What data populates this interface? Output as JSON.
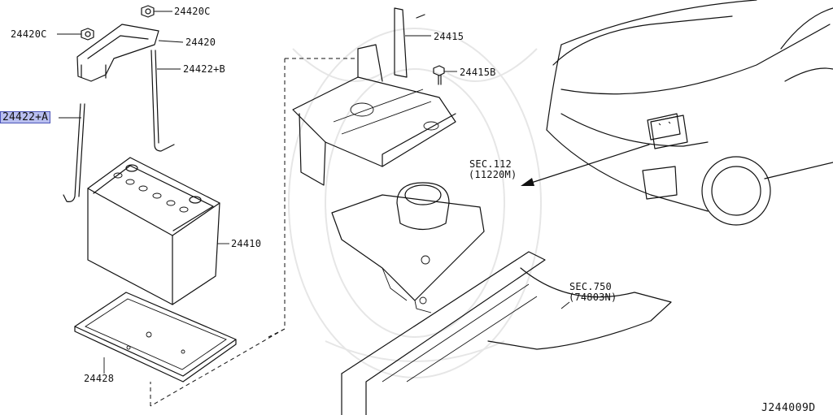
{
  "diagram": {
    "labels": {
      "l_24420c_top": "24420C",
      "l_24420c_left": "24420C",
      "l_24420": "24420",
      "l_24422b": "24422+B",
      "l_24422a": "24422+A",
      "l_24415": "24415",
      "l_24415b": "24415B",
      "l_sec112": "SEC.112",
      "l_sec112_sub": "(11220M)",
      "l_24410": "24410",
      "l_sec750": "SEC.750",
      "l_sec750_sub": "(74803N)",
      "l_24428": "24428",
      "figure_code": "J244009D"
    },
    "highlight_color": "#b9bff0"
  }
}
